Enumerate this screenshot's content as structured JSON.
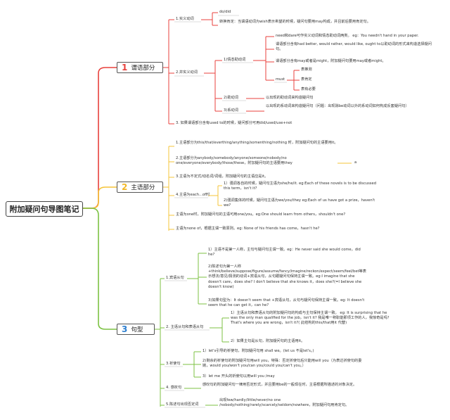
{
  "root": {
    "title": "附加疑问句导图笔记"
  },
  "branches": {
    "b1": {
      "num": "1",
      "label": "谓语部分",
      "color": "#e8413c"
    },
    "b2": {
      "num": "2",
      "label": "主语部分",
      "color": "#f3b826"
    },
    "b3": {
      "num": "3",
      "label": "句型",
      "color": "#2e7fd0"
    }
  },
  "colors": {
    "b1_line": "#e8413c",
    "b2_line": "#f5c438",
    "b3_line": "#7cc243"
  },
  "p1": {
    "n1": "1.实义动词",
    "n1a": "do/did",
    "n1b": "转换肯定：当谓语动词为wish表示希望的时候，疑问句要用may构成，并且前后要用肯定句。",
    "n2": "2.并实义动词",
    "n2_1": "1)情态助动词",
    "n2_1a": "need和dare可作实义动词和情态助动词两类。  eg：You needn't hand in your paper.",
    "n2_1b": "谓语部分含有had better, would rather, would like, ought to以助动词的形式来构造选择疑问句。",
    "n2_1c": "谓语部分含有may或者是might，附加疑问句要用may或者might。",
    "n2_1d": "must",
    "must1": "表推测",
    "must2": "表肯定",
    "must3": "表有必要",
    "n2_2": "2)助动词",
    "n2_2a": "以出现的助动词来构造疑问句",
    "n2_3": "3)系动词",
    "n2_3a": "以出现的系动词来构造疑问句（问题：出现除be动词以外的系动词如何构成反套疑问句）",
    "n3": "3. 如果谓语部分含有used to的时候，疑问部分可用did/used/use+not"
  },
  "p2": {
    "s1": "1.主语部分为this/that/everthing/anything/somenthing/nothing 时，附加疑问句的主语要用it。",
    "s2": "2.主语部分为anybody/somebody/anyone/someone/nobody/no one/everyone/everybody/those/these，附加疑问句的主语要用they",
    "s2a": "a",
    "s3": "3.主语为不定式/动名词/词组，附加疑问句的主语应是it。",
    "s4": "4.主语为each...of时",
    "s4a": "1）强调各自的时候，疑问句主语为she/he/it. eg:Each of these novels is to be discussed this term，isn't it?",
    "s4b": "2)强调集体的时候，疑问句主语为we/you/they eg:Each of us have got a prize，haven't we?",
    "s5": "主语为one时，附加疑问句的主语可用one/you。eg:One should learn from others，shouldn't one?",
    "s6": "主语为none of，根据主谓一致原则。eg: None of his friends has come，hasn't he?"
  },
  "p3": {
    "c1": "1.宾语从句",
    "c1a": "1）主语不是第一人称，主句与疑问句主谓一致。eg：He never said she would come，did he?",
    "c1b": "2)陈述句为第一人称+think/believe/suppose/figure/assume/fancy/imagine/reckon/expect/seem/feel/bet等表示想法/意见/猜测的动词+宾语从句，从句跟疑问句保持主谓一致。eg:I imagine that she doesn't care，does she? I don't believe that she knows it，does she?(=I believe she doesn't know)",
    "c1c": "3)如果句型为：It doesn't seem that +宾语从句，从句与疑问句保持主谓一致。eg: It doesn't seem that he can get it，can he?",
    "c2": "2. 主语从句和表语从句",
    "c2a": "1）主语从句和表语从句的附加疑问句的构成与主句保持主谓一致。 eg: It is surprising that he was the only man qualified for the job，isn't it?  我是唯一称职能那项工作的人，我惊奇是吗？ That's where you are wrong，isn't it?( 此结构的this/that用it 代替)",
    "c2b": "2）如果主句是从句，附加疑问句的主语用it。",
    "c3": "3.祈使句",
    "c3a": "1）let's引导的祈使句，附加疑问句用 shall we。(let us 不是let's。)",
    "c3b": "2)剩余的祈使句的附加疑问句用will you，特殊：否定祈使句后只能用will you（为表达祈使句的委婉，would you/won't you/can you/could you/can't you。）",
    "c3c": "3）let me 开头的祈使句以用will you /may",
    "c4": "4. 感叹句",
    "c4a": "感叹句的附加疑问句一律用否定形式，并且要用be的一般现在时，主语根据所描述的对象决定。",
    "c5": "5.陈述句出现否定词",
    "c5a": "出现few/hardly/little/never/no one /nobody/nothing/rarely/scarcely/seldom/nowhere，附加疑问句用肯定句。"
  }
}
